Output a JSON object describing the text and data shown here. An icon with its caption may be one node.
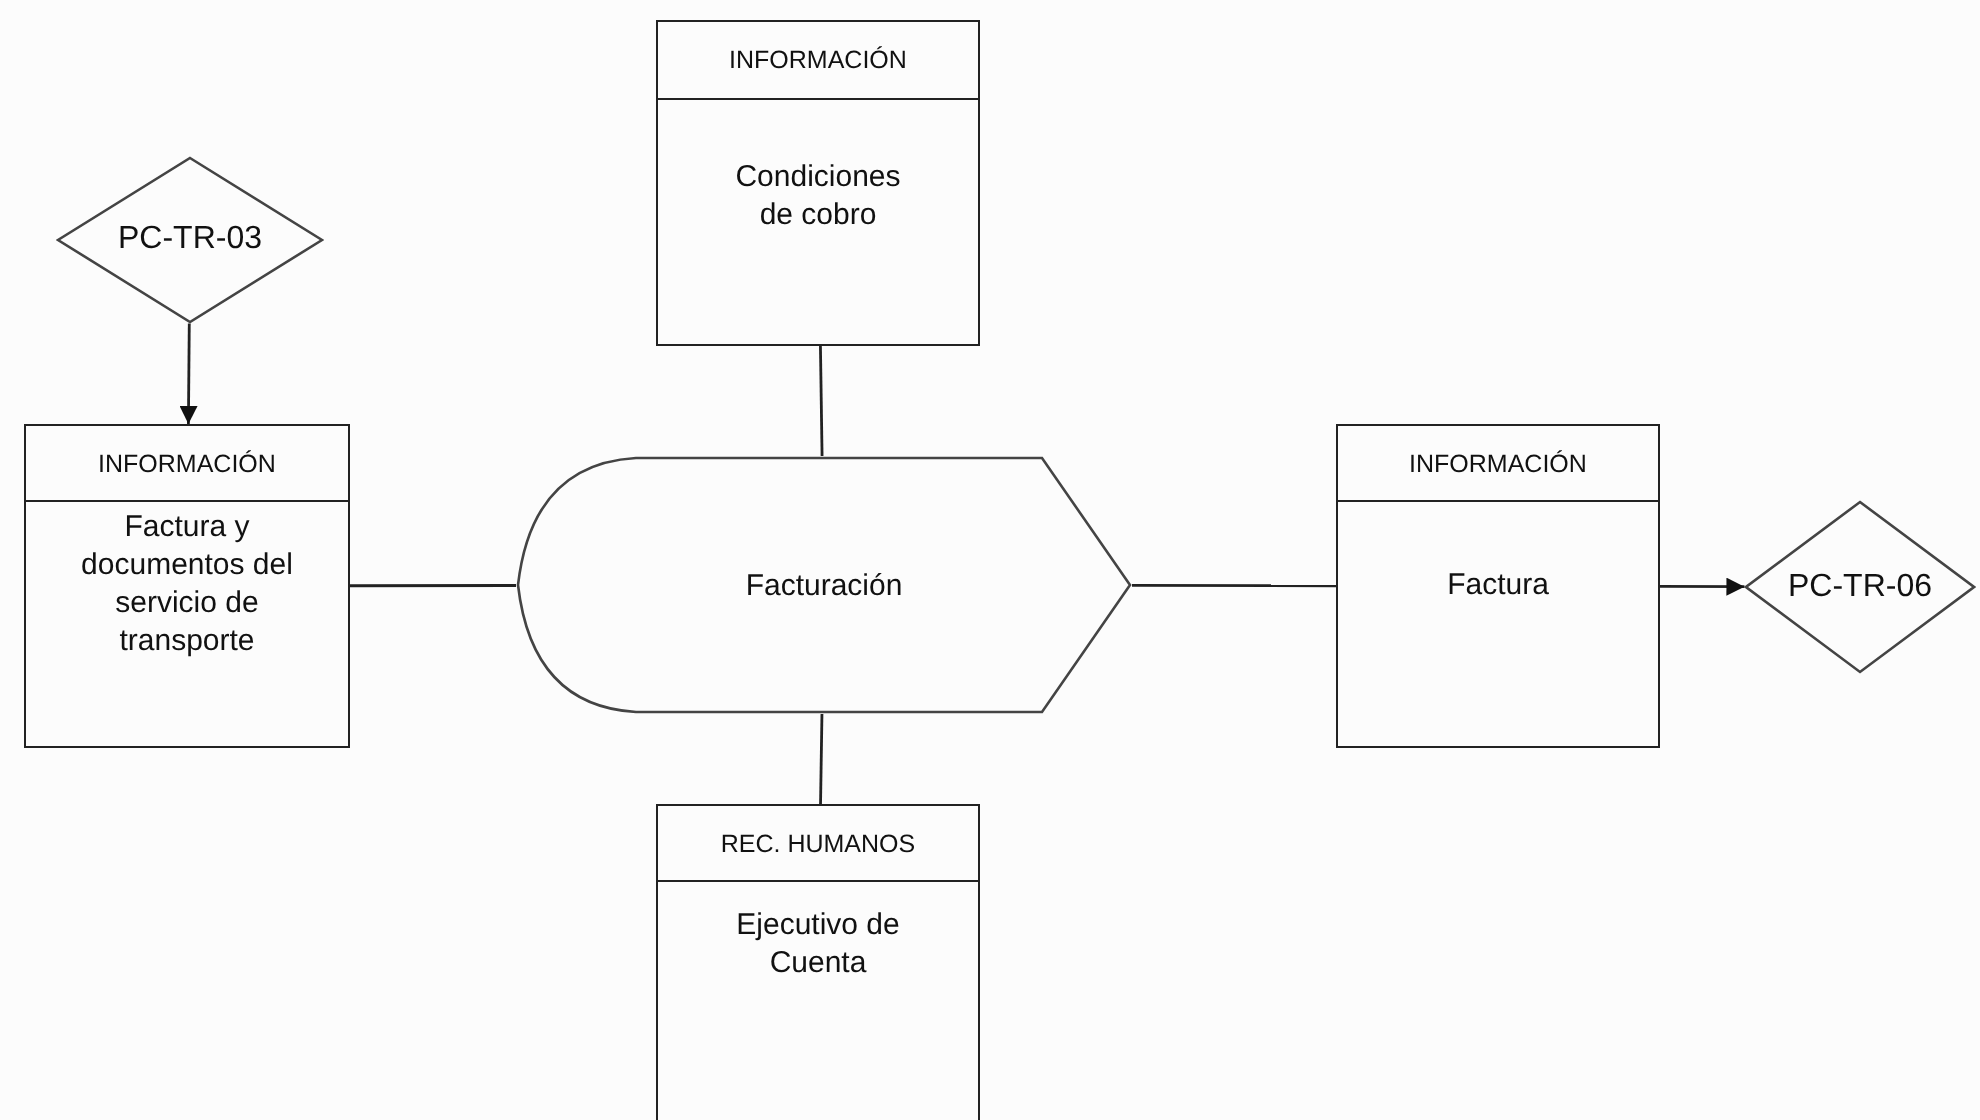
{
  "diagram": {
    "nodes": [
      {
        "text": [
          "PC-TR-03"
        ]
      },
      {
        "text": [
          "INFORMACIÓN",
          "Factura y documentos del servicio de transporte"
        ]
      },
      {
        "text": [
          "INFORMACIÓN",
          "Condiciones de cobro"
        ]
      },
      {
        "text": [
          "Facturación"
        ]
      },
      {
        "text": [
          "INFORMACIÓN",
          "Factura"
        ]
      },
      {
        "text": [
          "PC-TR-06"
        ]
      },
      {
        "text": [
          "REC. HUMANOS",
          "Ejecutivo de Cuenta"
        ]
      }
    ],
    "edges": [
      {
        "from": 0,
        "to": 1,
        "arrow": "to"
      },
      {
        "from": 1,
        "to": 3,
        "arrow": "none"
      },
      {
        "from": 2,
        "to": 3,
        "arrow": "none"
      },
      {
        "from": 3,
        "to": 4,
        "arrow": "none"
      },
      {
        "from": 4,
        "to": 5,
        "arrow": "to"
      },
      {
        "from": 3,
        "to": 6,
        "arrow": "none"
      }
    ]
  }
}
